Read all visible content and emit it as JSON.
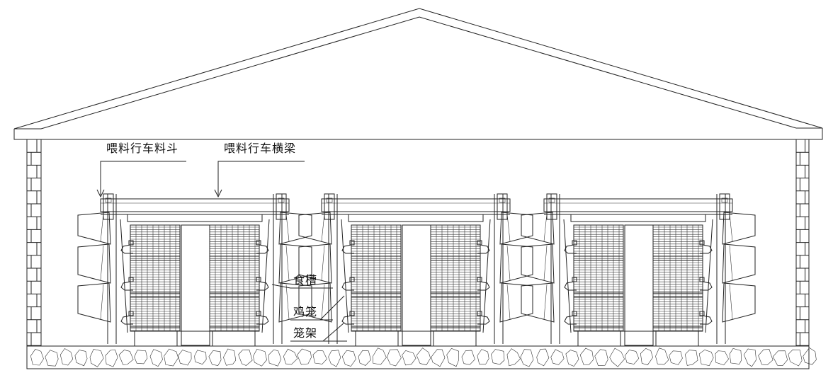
{
  "labels": {
    "hopper": "喂料行车料斗",
    "beam": "喂料行车横梁",
    "trough": "食槽",
    "cage": "鸡笼",
    "frame": "笼架"
  }
}
